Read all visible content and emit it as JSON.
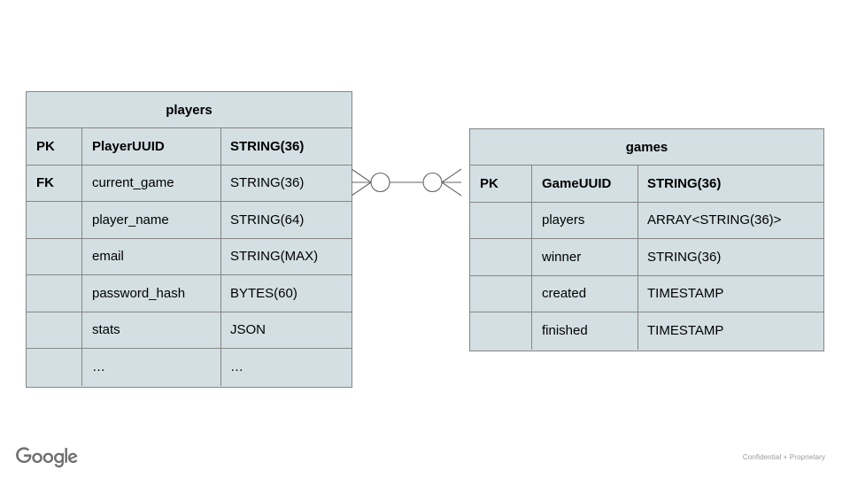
{
  "diagram": {
    "type": "entity-relationship",
    "entities": [
      {
        "name": "players",
        "columns": [
          "key",
          "field",
          "datatype"
        ],
        "rows": [
          {
            "key": "PK",
            "field": "PlayerUUID",
            "datatype": "STRING(36)",
            "primary": true
          },
          {
            "key": "FK",
            "field": "current_game",
            "datatype": "STRING(36)",
            "primary": false
          },
          {
            "key": "",
            "field": "player_name",
            "datatype": "STRING(64)",
            "primary": false
          },
          {
            "key": "",
            "field": "email",
            "datatype": "STRING(MAX)",
            "primary": false
          },
          {
            "key": "",
            "field": "password_hash",
            "datatype": "BYTES(60)",
            "primary": false
          },
          {
            "key": "",
            "field": "stats",
            "datatype": "JSON",
            "primary": false
          },
          {
            "key": "",
            "field": "…",
            "datatype": "…",
            "primary": false
          }
        ]
      },
      {
        "name": "games",
        "columns": [
          "key",
          "field",
          "datatype"
        ],
        "rows": [
          {
            "key": "PK",
            "field": "GameUUID",
            "datatype": "STRING(36)",
            "primary": true
          },
          {
            "key": "",
            "field": "players",
            "datatype": "ARRAY<STRING(36)>",
            "primary": false
          },
          {
            "key": "",
            "field": "winner",
            "datatype": "STRING(36)",
            "primary": false
          },
          {
            "key": "",
            "field": "created",
            "datatype": "TIMESTAMP",
            "primary": false
          },
          {
            "key": "",
            "field": "finished",
            "datatype": "TIMESTAMP",
            "primary": false
          }
        ]
      }
    ],
    "relationship": {
      "from": "players",
      "to": "games",
      "notation": "crow-foot",
      "from_cardinality": "zero-or-many",
      "to_cardinality": "zero-or-many"
    },
    "colors": {
      "entity_fill": "#d3dfe3",
      "entity_border": "#868686",
      "connector": "#666666",
      "text": "#000000",
      "footer_text": "#9a9a9a",
      "logo": "#6f6f6f",
      "background": "#ffffff"
    }
  },
  "footer": {
    "logo_text": "Google",
    "note": "Confidential + Proprietary"
  }
}
